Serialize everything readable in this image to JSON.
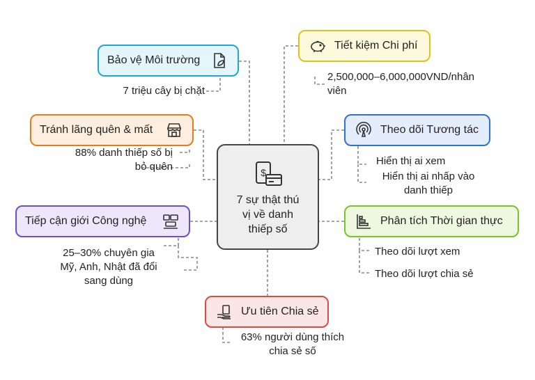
{
  "center": {
    "text": "7 sự thật thú\nvị về danh\nthiếp số",
    "icon": "wallet-card-icon"
  },
  "nodes": {
    "env": {
      "label": "Bảo vệ Môi trường",
      "icon": "leaf-document-icon",
      "color": "#1aa8d6",
      "fill": "#e4f5fb"
    },
    "cost": {
      "label": "Tiết kiệm Chi phí",
      "icon": "piggy-bank-icon",
      "color": "#e0c21a",
      "fill": "#fdf9dc"
    },
    "forget": {
      "label": "Tránh lãng quên & mất",
      "icon": "store-icon",
      "color": "#e87a1c",
      "fill": "#fdeedf"
    },
    "track": {
      "label": "Theo dõi Tương tác",
      "icon": "signal-icon",
      "color": "#2f6fd6",
      "fill": "#e4edfb"
    },
    "tech": {
      "label": "Tiếp cận giới Công nghệ",
      "icon": "devices-icon",
      "color": "#6a4fd6",
      "fill": "#ece7fb"
    },
    "realtime": {
      "label": "Phân tích Thời gian thực",
      "icon": "bar-chart-icon",
      "color": "#79c42a",
      "fill": "#eef8e0"
    },
    "share": {
      "label": "Ưu tiên Chia sẻ",
      "icon": "hand-card-icon",
      "color": "#e04848",
      "fill": "#fbe6e6"
    }
  },
  "notes": {
    "env": "7 triệu cây bị chặt",
    "cost": "2,500,000–6,000,000VND/nhân\nviên",
    "forget": "88% danh thiếp số bị\nbỏ quên",
    "track1": "Hiển thị ai xem",
    "track2": "Hiển thị ai nhấp vào\ndanh thiếp",
    "tech": "25–30% chuyên gia\nMỹ, Anh, Nhật đã đổi\nsang dùng",
    "realtime1": "Theo dõi lượt xem",
    "realtime2": "Theo dõi lượt chia sẻ",
    "share": "63% người dùng thích\nchia sẻ số"
  }
}
